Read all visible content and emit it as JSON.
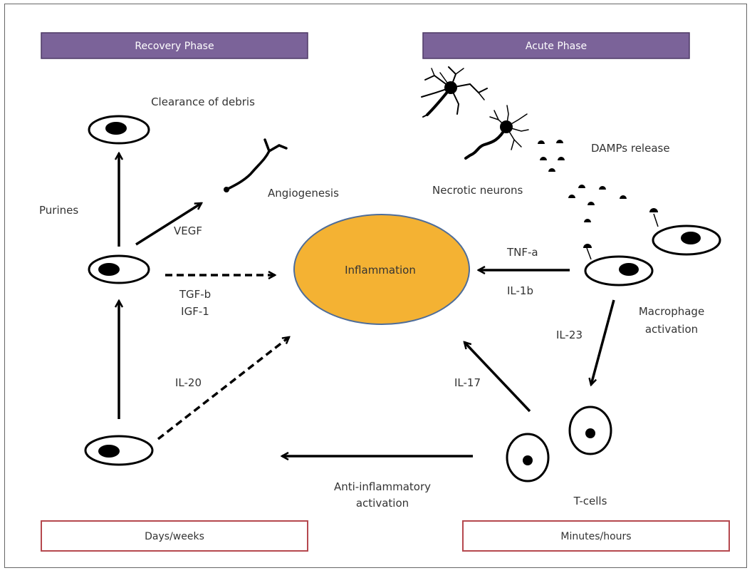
{
  "phases": {
    "recovery": "Recovery Phase",
    "acute": "Acute Phase"
  },
  "timescales": {
    "recovery": "Days/weeks",
    "acute": "Minutes/hours"
  },
  "center": "Inflammation",
  "labels": {
    "clearance": "Clearance of debris",
    "purines": "Purines",
    "angiogenesis": "Angiogenesis",
    "vegf": "VEGF",
    "tgfb": "TGF-b",
    "igf1": "IGF-1",
    "il20": "IL-20",
    "necrotic": "Necrotic neurons",
    "damps": "DAMPs release",
    "tnfa": "TNF-a",
    "il1b": "IL-1b",
    "macrophage_1": "Macrophage",
    "macrophage_2": "activation",
    "il23": "IL-23",
    "il17": "IL-17",
    "tcells": "T-cells",
    "antiinf_1": "Anti-inflammatory",
    "antiinf_2": "activation"
  },
  "colors": {
    "phase_fill": "#7b6399",
    "phase_border": "#4e3a66",
    "time_border": "#b5484e",
    "center_fill": "#f4b233",
    "center_border": "#4e6d9a"
  }
}
